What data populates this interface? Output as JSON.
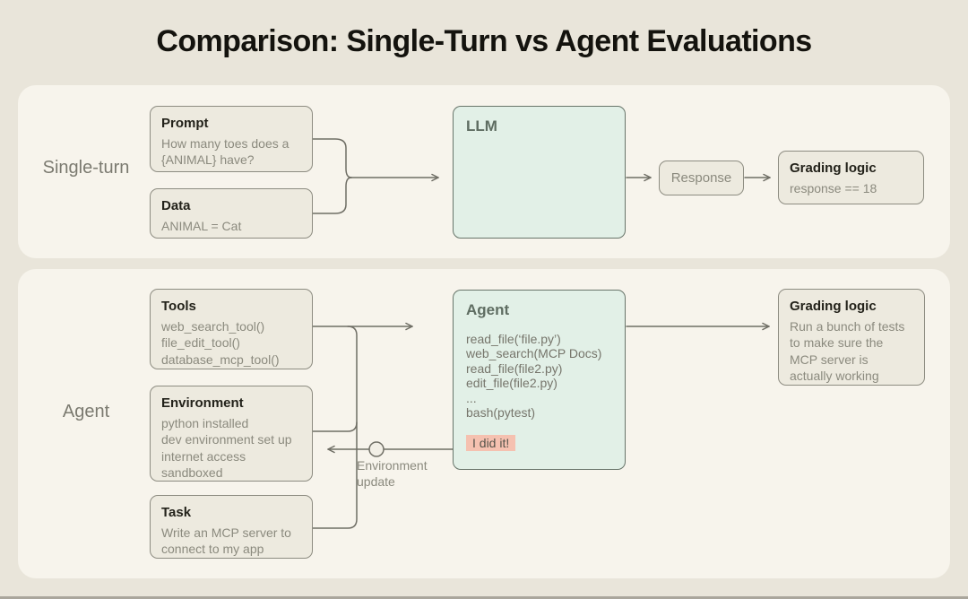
{
  "title": "Comparison: Single-Turn vs Agent Evaluations",
  "colors": {
    "page_background": "#e9e5da",
    "panel_background": "#f7f4ec",
    "box_fill": "#edeadf",
    "box_border": "#8d8c81",
    "teal_fill": "#e2f0e7",
    "teal_border": "#68756a",
    "node_fill": "#a6dcbc",
    "node_stroke": "#4d5a50",
    "connector": "#6f6e65",
    "highlight_background": "#f5c1b0",
    "heading_text": "#23221a",
    "body_text": "#8b8a7e",
    "title_text": "#14130e"
  },
  "single_turn": {
    "label": "Single-turn",
    "prompt_box": {
      "title": "Prompt",
      "lines": [
        "How many toes does a",
        "{ANIMAL} have?"
      ]
    },
    "data_box": {
      "title": "Data",
      "lines": [
        "ANIMAL = Cat"
      ]
    },
    "llm_box": {
      "title": "LLM"
    },
    "response_box": {
      "label": "Response"
    },
    "grading_box": {
      "title": "Grading logic",
      "lines": [
        "response == 18"
      ]
    }
  },
  "agent": {
    "label": "Agent",
    "tools_box": {
      "title": "Tools",
      "lines": [
        "web_search_tool()",
        "file_edit_tool()",
        "database_mcp_tool()"
      ]
    },
    "environment_box": {
      "title": "Environment",
      "lines": [
        "python installed",
        "dev environment set up",
        "internet access",
        "sandboxed"
      ]
    },
    "task_box": {
      "title": "Task",
      "lines": [
        "Write an MCP server to",
        "connect to my app"
      ]
    },
    "agent_box": {
      "title": "Agent",
      "lines": [
        "read_file(‘file.py’)",
        "web_search(MCP Docs)",
        "read_file(file2.py)",
        "edit_file(file2.py)",
        "...",
        "bash(pytest)"
      ],
      "highlight": "I did it!"
    },
    "environment_update": [
      "Environment",
      "update"
    ],
    "grading_box": {
      "title": "Grading logic",
      "lines": [
        "Run a bunch of tests",
        "to make sure the",
        "MCP server is",
        "actually working"
      ]
    }
  }
}
